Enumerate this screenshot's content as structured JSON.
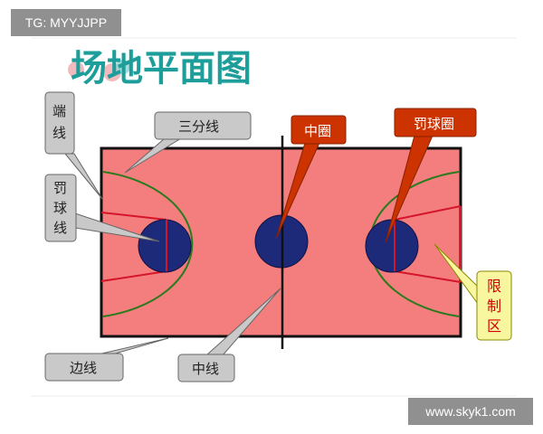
{
  "watermarks": {
    "top": "TG: MYYJJPP",
    "bottom": "www.skyk1.com"
  },
  "title": "场地平面图",
  "callouts": {
    "baseline": [
      "端",
      "线"
    ],
    "three_point_line": "三分线",
    "center_circle": "中圈",
    "free_throw_circle": "罚球圈",
    "free_throw_line": [
      "罚",
      "球",
      "线"
    ],
    "restricted_area": [
      "限",
      "制",
      "区"
    ],
    "sideline": "边线",
    "center_line": "中线"
  },
  "colors": {
    "court_fill": "#f47e7e",
    "court_border": "#111111",
    "three_point_arc": "#2b7a1e",
    "key_lines": "#d3162a",
    "circles": "#1d2a7a",
    "gray_callout": "#c9c9c9",
    "red_callout": "#cc3300",
    "yellow_callout": "#f8f7a0",
    "title": "#1e9e9a"
  }
}
